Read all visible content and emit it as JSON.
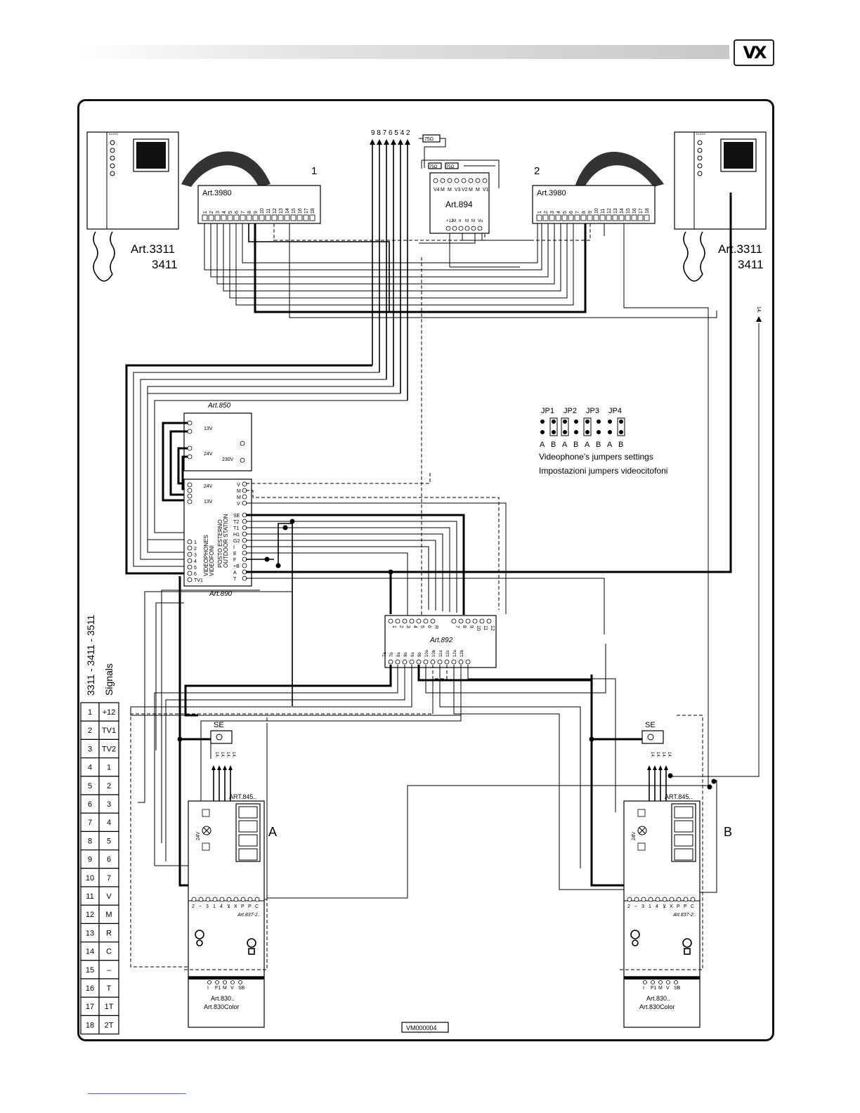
{
  "header": {
    "logo": "VX"
  },
  "diagram": {
    "monitors": [
      {
        "label1": "Art.3311",
        "label2": "3411",
        "brand": "ELVOX"
      },
      {
        "label1": "Art.3311",
        "label2": "3411",
        "brand": "ELVOX"
      }
    ],
    "interfaces": [
      {
        "label": "Art.3980",
        "index": "1"
      },
      {
        "label": "Art.3980",
        "index": "2"
      }
    ],
    "interface_terminals": [
      "1",
      "2",
      "3",
      "4",
      "5",
      "6",
      "7",
      "8",
      "9",
      "10",
      "11",
      "12",
      "13",
      "14",
      "15",
      "16",
      "17",
      "18"
    ],
    "top_arrows_label": "9 8 7 6 5 4 2",
    "resistor": "75Ω",
    "art894": {
      "label": "Art.894",
      "top_terms": [
        "V4",
        "M",
        "M",
        "V3",
        "V2",
        "M",
        "M",
        "V1"
      ],
      "bottom_terms": [
        "+12",
        "M",
        "Ir",
        "M",
        "M",
        "Vu"
      ]
    },
    "right_arrow": "14.",
    "art850": {
      "label": "Art.850",
      "v13": "13V",
      "v24": "24V",
      "v230": "230V"
    },
    "art890": {
      "label": "Art.890",
      "vert_text1": "VIDEOPHONES",
      "vert_text2": "VIDEOFONI",
      "vert_text3": "POSTO ESTERNO",
      "vert_text4": "OUTDOOR STATION",
      "left_terms": [
        "1",
        "2",
        "3",
        "4",
        "5",
        "6",
        "TV1"
      ],
      "right_terms": [
        "SE",
        "T2",
        "T1",
        "H1",
        "G2",
        "I",
        "E",
        "F",
        "+B",
        "A",
        "T"
      ],
      "top_right_terms": [
        "V",
        "M",
        "M",
        "V"
      ],
      "v24": "24V",
      "v13": "13V"
    },
    "jumpers": {
      "headers": [
        "JP1",
        "JP2",
        "JP3",
        "JP4"
      ],
      "letters": [
        "A",
        "B",
        "A",
        "B",
        "A",
        "B",
        "A",
        "B"
      ],
      "caption_en": "Videophone's jumpers settings",
      "caption_it": "Impostazioni jumpers videocitofoni"
    },
    "art892": {
      "label": "Art.892",
      "top_terms": [
        "1",
        "2",
        "3",
        "4",
        "5",
        "6",
        "R",
        "7",
        "8",
        "9",
        "10",
        "11",
        "12"
      ],
      "bottom_terms": [
        "7a",
        "7b",
        "8a",
        "8b",
        "9a",
        "9b",
        "10a",
        "10b",
        "11a",
        "11b",
        "12a",
        "12b"
      ]
    },
    "se_label": "SE",
    "panels": [
      {
        "button_label": "ART.845..",
        "side": "A",
        "module": "Art.837-2..",
        "camera1": "Art.830..",
        "camera2": "Art.830Color",
        "v24": "24V"
      },
      {
        "button_label": "ART.845..",
        "side": "B",
        "module": "Art.837-2..",
        "camera1": "Art.830..",
        "camera2": "Art.830Color",
        "v24": "24V"
      }
    ],
    "arrow_labels": [
      "14.",
      "14.",
      "14.",
      "14."
    ],
    "module_terms": [
      "2",
      "~",
      "3",
      "1",
      "4",
      "⊻",
      "X",
      "P",
      "P",
      "C"
    ],
    "camera_terms": [
      "I",
      "F1",
      "M",
      "V",
      "SB"
    ],
    "doc_code": "VM000004"
  },
  "signals": {
    "title": "3311 - 3411 - 3511",
    "subtitle": "Signals",
    "rows": [
      [
        "1",
        "+12"
      ],
      [
        "2",
        "TV1"
      ],
      [
        "3",
        "TV2"
      ],
      [
        "4",
        "1"
      ],
      [
        "5",
        "2"
      ],
      [
        "6",
        "3"
      ],
      [
        "7",
        "4"
      ],
      [
        "8",
        "5"
      ],
      [
        "9",
        "6"
      ],
      [
        "10",
        "7"
      ],
      [
        "11",
        "V"
      ],
      [
        "12",
        "M"
      ],
      [
        "13",
        "R"
      ],
      [
        "14",
        "C"
      ],
      [
        "15",
        "–"
      ],
      [
        "16",
        "T"
      ],
      [
        "17",
        "1T"
      ],
      [
        "18",
        "2T"
      ]
    ]
  }
}
